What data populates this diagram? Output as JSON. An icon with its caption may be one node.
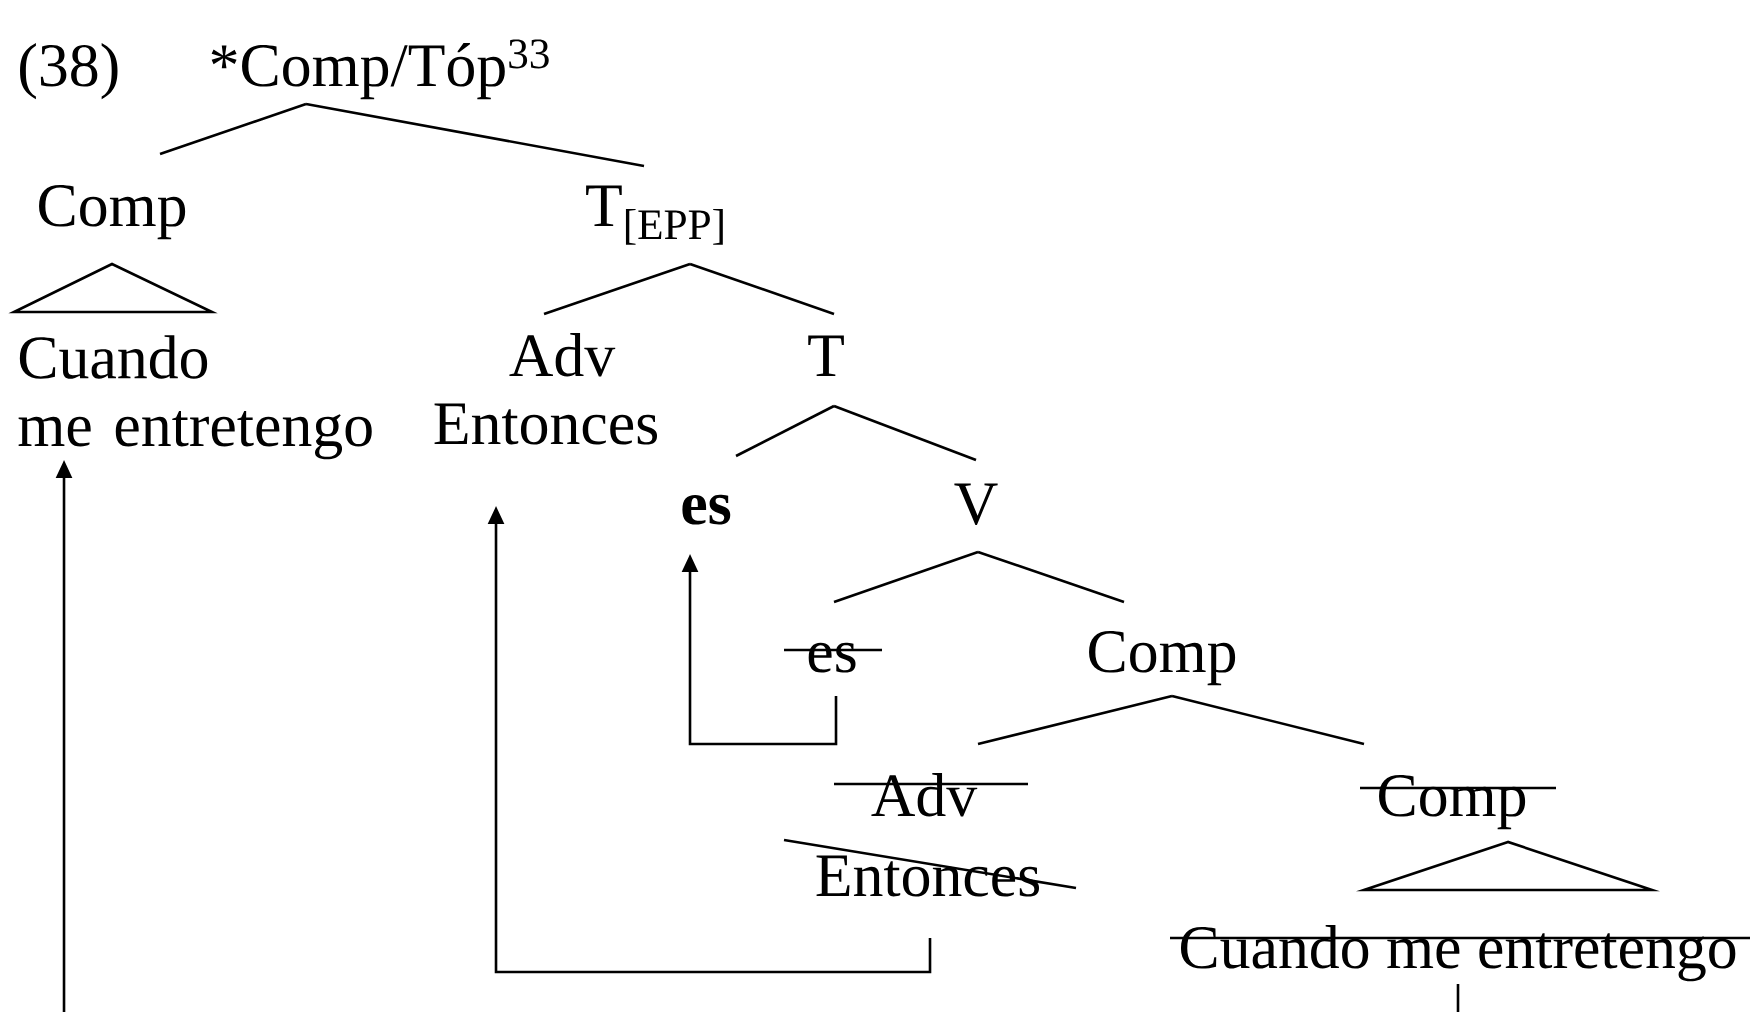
{
  "diagram": {
    "nodes": [
      {
        "text": [
          "*Comp/Tóp$^{33}$"
        ]
      },
      {
        "text": [
          "Comp"
        ]
      },
      {
        "text": [
          "T$_{[EPP]}$"
        ]
      },
      {
        "text": [
          "Cuando me entretengo"
        ]
      },
      {
        "text": [
          "Adv"
        ]
      },
      {
        "text": [
          "Entonces"
        ]
      },
      {
        "text": [
          "T"
        ]
      },
      {
        "text": [
          "es"
        ]
      },
      {
        "text": [
          "V"
        ]
      },
      {
        "text": [
          "es"
        ]
      },
      {
        "text": [
          "Comp"
        ]
      },
      {
        "text": [
          "Adv"
        ]
      },
      {
        "text": [
          "Comp"
        ]
      },
      {
        "text": [
          "Entonces"
        ]
      },
      {
        "text": [
          "Cuando me entretengo"
        ]
      },
      {
        "text": [],
        "shape": "triangle"
      },
      {
        "text": [],
        "shape": "triangle"
      }
    ],
    "edges": [
      {
        "from": 0,
        "to": 1,
        "arrow": "none"
      },
      {
        "from": 0,
        "to": 2,
        "arrow": "none"
      },
      {
        "from": 2,
        "to": 4,
        "arrow": "none"
      },
      {
        "from": 2,
        "to": 6,
        "arrow": "none"
      },
      {
        "from": 6,
        "to": 7,
        "arrow": "none"
      },
      {
        "from": 6,
        "to": 8,
        "arrow": "none"
      },
      {
        "from": 8,
        "to": 9,
        "arrow": "none"
      },
      {
        "from": 8,
        "to": 10,
        "arrow": "none"
      },
      {
        "from": 10,
        "to": 11,
        "arrow": "none"
      },
      {
        "from": 10,
        "to": 12,
        "arrow": "none"
      },
      {
        "from": 9,
        "to": 7,
        "arrow": "to"
      },
      {
        "from": 13,
        "to": 5,
        "arrow": "to"
      },
      {
        "from": null,
        "to": 3,
        "arrow": "to"
      },
      {
        "from": 14,
        "to": null,
        "arrow": "none"
      }
    ],
    "labels": [
      "(38)"
    ]
  }
}
